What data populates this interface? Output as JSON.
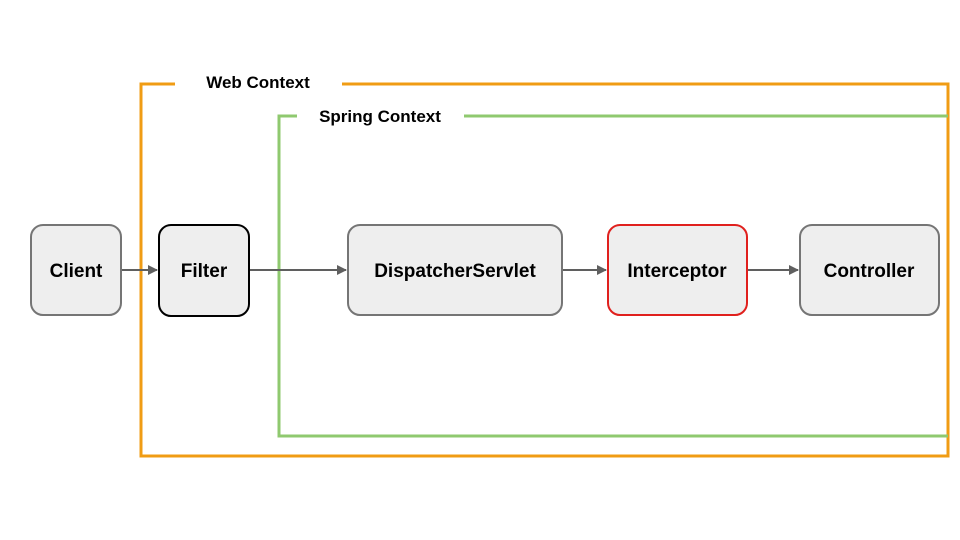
{
  "web_context": {
    "label": "Web Context",
    "color": "#f09c14"
  },
  "spring_context": {
    "label": "Spring Context",
    "color": "#8fc96f"
  },
  "nodes": {
    "client": {
      "label": "Client",
      "border": "#757575"
    },
    "filter": {
      "label": "Filter",
      "border": "#000000"
    },
    "dispatcher": {
      "label": "DispatcherServlet",
      "border": "#757575"
    },
    "interceptor": {
      "label": "Interceptor",
      "border": "#e0201d"
    },
    "controller": {
      "label": "Controller",
      "border": "#757575"
    }
  },
  "node_fill": "#eeeeee",
  "arrow_color": "#5f5f5f",
  "edges": [
    {
      "from": "Client",
      "to": "Filter"
    },
    {
      "from": "Filter",
      "to": "DispatcherServlet"
    },
    {
      "from": "DispatcherServlet",
      "to": "Interceptor"
    },
    {
      "from": "Interceptor",
      "to": "Controller"
    }
  ]
}
